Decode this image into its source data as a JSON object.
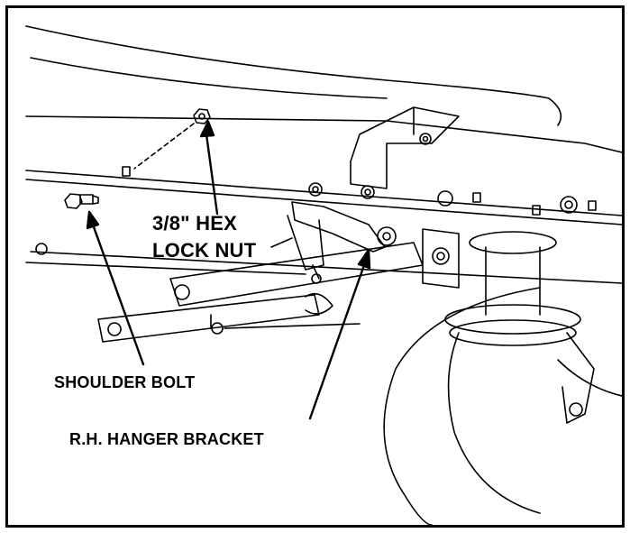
{
  "labels": {
    "hex_lock_nut_line1": "3/8\" HEX",
    "hex_lock_nut_line2": "LOCK NUT",
    "shoulder_bolt": "SHOULDER BOLT",
    "rh_hanger_bracket": "R.H. HANGER BRACKET"
  },
  "colors": {
    "line": "#000000",
    "background": "#ffffff"
  }
}
